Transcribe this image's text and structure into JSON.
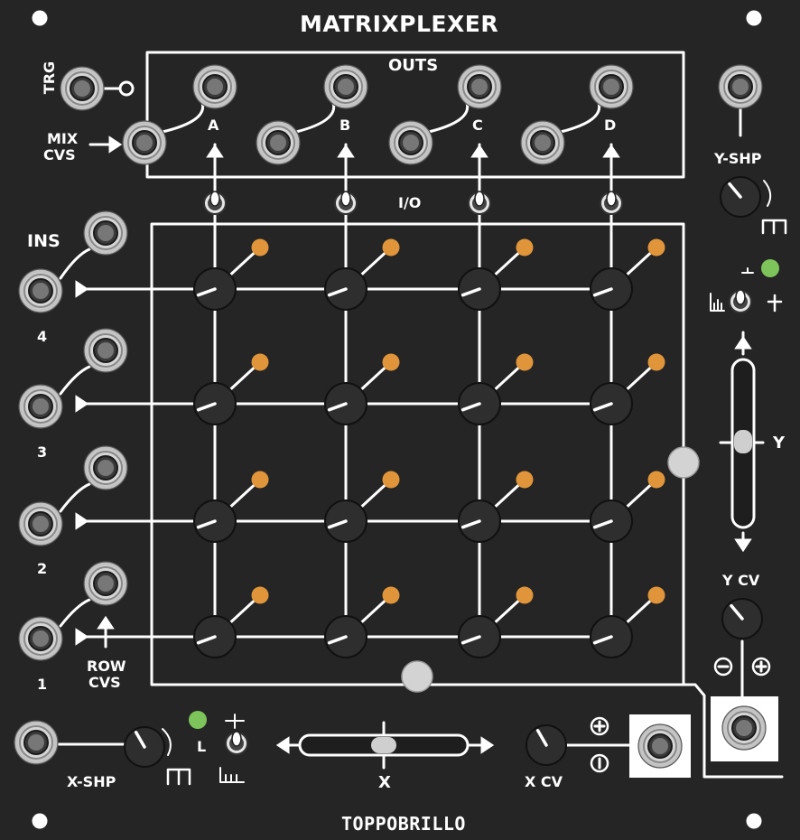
{
  "module": {
    "title": "MATRIXPLEXER",
    "brand": "TOPPOBRILLO"
  },
  "labels": {
    "trg": "TRG",
    "mix_cvs_line1": "MIX",
    "mix_cvs_line2": "CVS",
    "outs": "OUTS",
    "io": "I/O",
    "ins": "INS",
    "row_cvs_line1": "ROW",
    "row_cvs_line2": "CVS",
    "y_shp": "Y-SHP",
    "x_shp": "X-SHP",
    "y": "Y",
    "x": "X",
    "y_cv": "Y CV",
    "x_cv": "X CV"
  },
  "outputs": [
    "A",
    "B",
    "C",
    "D"
  ],
  "inputs": [
    "4",
    "3",
    "2",
    "1"
  ],
  "colors": {
    "panel": "#252525",
    "line": "#ffffff",
    "knob": "#2e2e2e",
    "accent_knob": "#e0953a",
    "led": "#7dc45a",
    "handle": "#d3d3d3"
  }
}
